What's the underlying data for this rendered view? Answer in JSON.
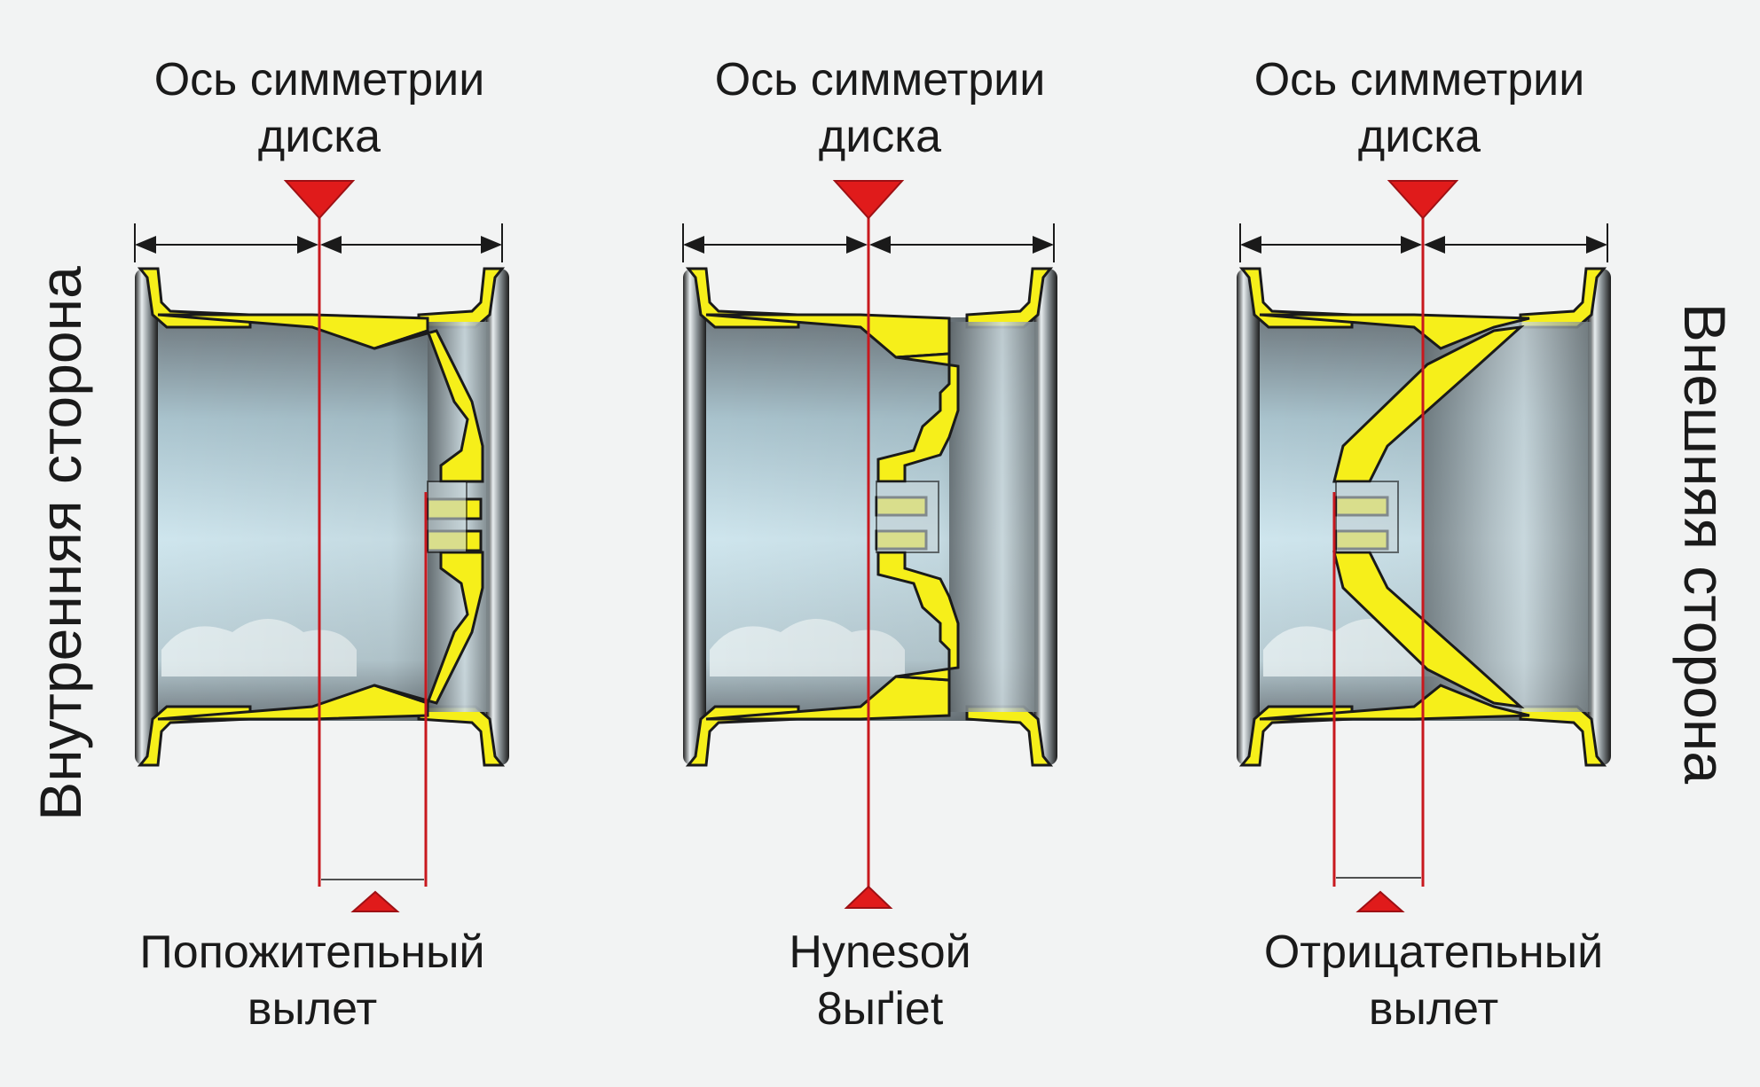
{
  "colors": {
    "spoke": "#f6ef1a",
    "outline": "#1a1a1a",
    "axis": "#c8181e",
    "sky": "#cfe6ee",
    "background": "#f2f3f3"
  },
  "side_labels": {
    "inner": "Внутренняя сторона",
    "outer": "Внешняя сторона"
  },
  "panels": [
    {
      "axis_label_line1": "Ось симметрии",
      "axis_label_line2": "диска",
      "offset_label_line1": "Попожитепьный",
      "offset_label_line2": "вылет",
      "offset_type": "positive"
    },
    {
      "axis_label_line1": "Ось симметрии",
      "axis_label_line2": "диска",
      "offset_label_line1": "Hynesoй",
      "offset_label_line2": "8ыґіеt",
      "offset_type": "zero"
    },
    {
      "axis_label_line1": "Ось симметрии",
      "axis_label_line2": "диска",
      "offset_label_line1": "Отрицатепьный",
      "offset_label_line2": "вылет",
      "offset_type": "negative"
    }
  ]
}
